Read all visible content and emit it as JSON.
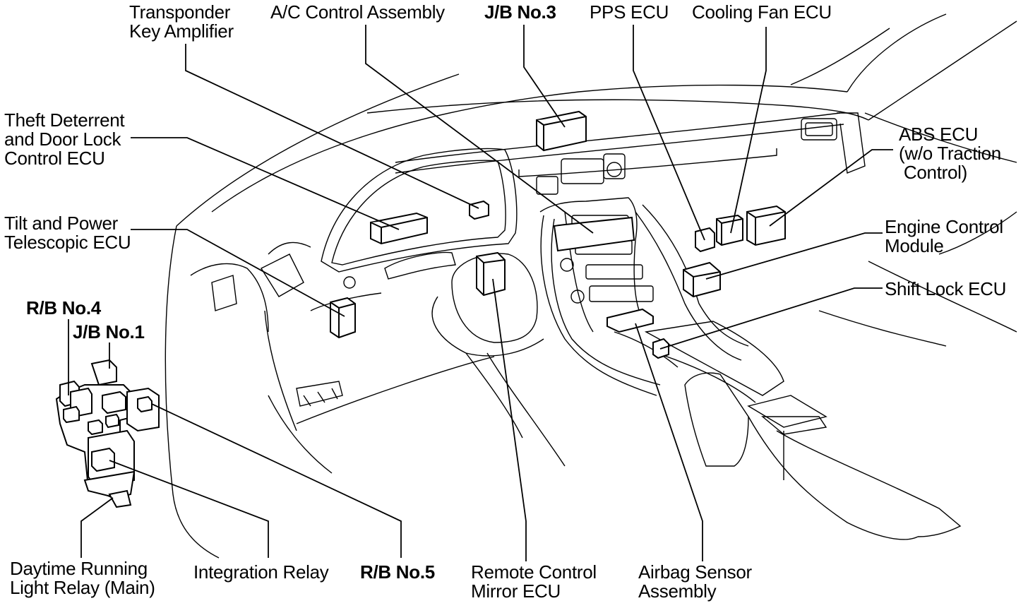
{
  "labels": {
    "transponder": "Transponder\nKey Amplifier",
    "ac_control": "A/C Control Assembly",
    "jb3": "J/B No.3",
    "pps": "PPS ECU",
    "cooling_fan": "Cooling Fan ECU",
    "theft": "Theft Deterrent\nand Door Lock\nControl ECU",
    "abs": "ABS ECU\n(w/o Traction\n Control)",
    "tilt": "Tilt and Power\nTelescopic ECU",
    "engine": "Engine Control\nModule",
    "shift_lock": "Shift Lock ECU",
    "rb4": "R/B No.4",
    "jb1": "J/B No.1",
    "drl": "Daytime Running\nLight Relay (Main)",
    "integration": "Integration Relay",
    "rb5": "R/B No.5",
    "remote_mirror": "Remote Control\nMirror ECU",
    "airbag": "Airbag Sensor\nAssembly"
  }
}
